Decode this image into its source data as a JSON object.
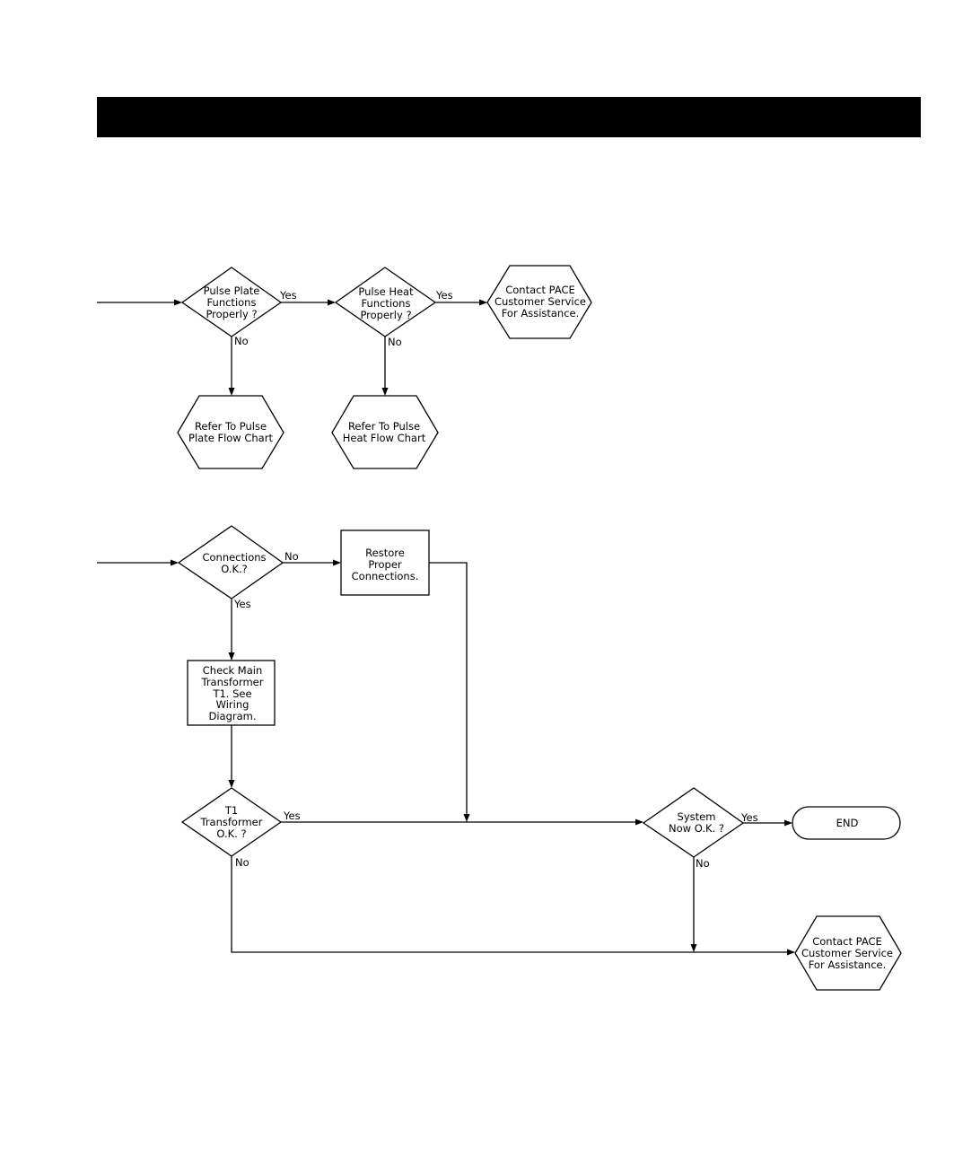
{
  "section_header": "",
  "flow_top": {
    "decision_pulse_plate": [
      "Pulse Plate",
      "Functions",
      "Properly ?"
    ],
    "decision_pulse_heat": [
      "Pulse Heat",
      "Functions",
      "Properly ?"
    ],
    "terminal_contact_pace": [
      "Contact PACE",
      "Customer Service",
      "For Assistance."
    ],
    "terminal_refer_plate": [
      "Refer To Pulse",
      "Plate Flow Chart"
    ],
    "terminal_refer_heat": [
      "Refer To Pulse",
      "Heat Flow Chart"
    ],
    "label_yes_1": "Yes",
    "label_yes_2": "Yes",
    "label_no_1": "No",
    "label_no_2": "No"
  },
  "flow_bottom": {
    "decision_connections": [
      "Connections",
      "O.K.?"
    ],
    "process_restore": [
      "Restore",
      "Proper",
      "Connections."
    ],
    "process_check_transformer": [
      "Check Main",
      "Transformer",
      "T1. See",
      "Wiring",
      "Diagram."
    ],
    "decision_t1": [
      "T1",
      "Transformer",
      "O.K. ?"
    ],
    "decision_system": [
      "System",
      "Now O.K. ?"
    ],
    "terminal_end": "END",
    "terminal_contact_pace": [
      "Contact PACE",
      "Customer Service",
      "For Assistance."
    ],
    "label_no_connections": "No",
    "label_yes_connections": "Yes",
    "label_yes_t1": "Yes",
    "label_no_t1": "No",
    "label_yes_system": "Yes",
    "label_no_system": "No"
  }
}
